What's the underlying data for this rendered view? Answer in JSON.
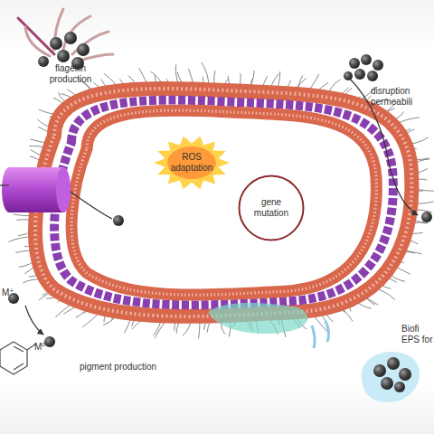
{
  "diagram": {
    "nodes": [
      {
        "text": [
          "ROS adaptation"
        ]
      },
      {
        "text": [
          "gene mutation"
        ]
      }
    ],
    "labels": [
      "flagellin production",
      "disruption permeabili",
      "Biofi EPS for",
      "M⁺",
      "M⁰",
      "pigment production"
    ]
  }
}
